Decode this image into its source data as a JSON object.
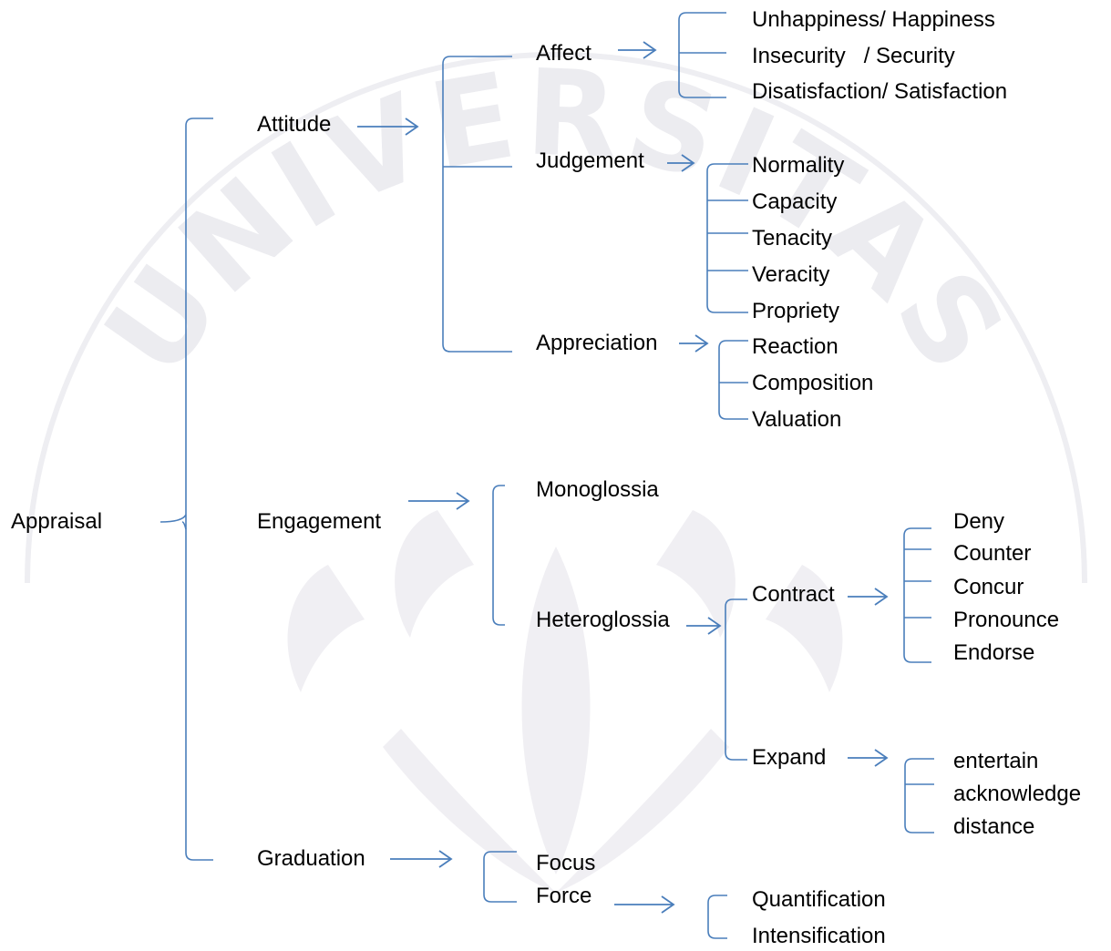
{
  "labels": {
    "appraisal": "Appraisal",
    "attitude": "Attitude",
    "engagement": "Engagement",
    "graduation": "Graduation",
    "affect": "Affect",
    "judgement": "Judgement",
    "appreciation": "Appreciation",
    "unhappiness": "Unhappiness/ Happiness",
    "insecurity": "Insecurity   / Security",
    "disatisfaction": "Disatisfaction/ Satisfaction",
    "normality": "Normality",
    "capacity": "Capacity",
    "tenacity": "Tenacity",
    "veracity": "Veracity",
    "propriety": "Propriety",
    "reaction": "Reaction",
    "composition": "Composition",
    "valuation": "Valuation",
    "monoglossia": "Monoglossia",
    "heteroglossia": "Heteroglossia",
    "contract": "Contract",
    "expand": "Expand",
    "deny": "Deny",
    "counter": "Counter",
    "concur": "Concur",
    "pronounce": "Pronounce",
    "endorse": "Endorse",
    "entertain": "entertain",
    "acknowledge": "acknowledge",
    "distance": "distance",
    "focus": "Focus",
    "force": "Force",
    "quantification": "Quantification",
    "intensification": "Intensification"
  },
  "watermark": {
    "text": "UNIVERSITAS"
  },
  "colors": {
    "line": "#4a7ebb",
    "text": "#000000",
    "watermark": "#e9e9ef"
  }
}
